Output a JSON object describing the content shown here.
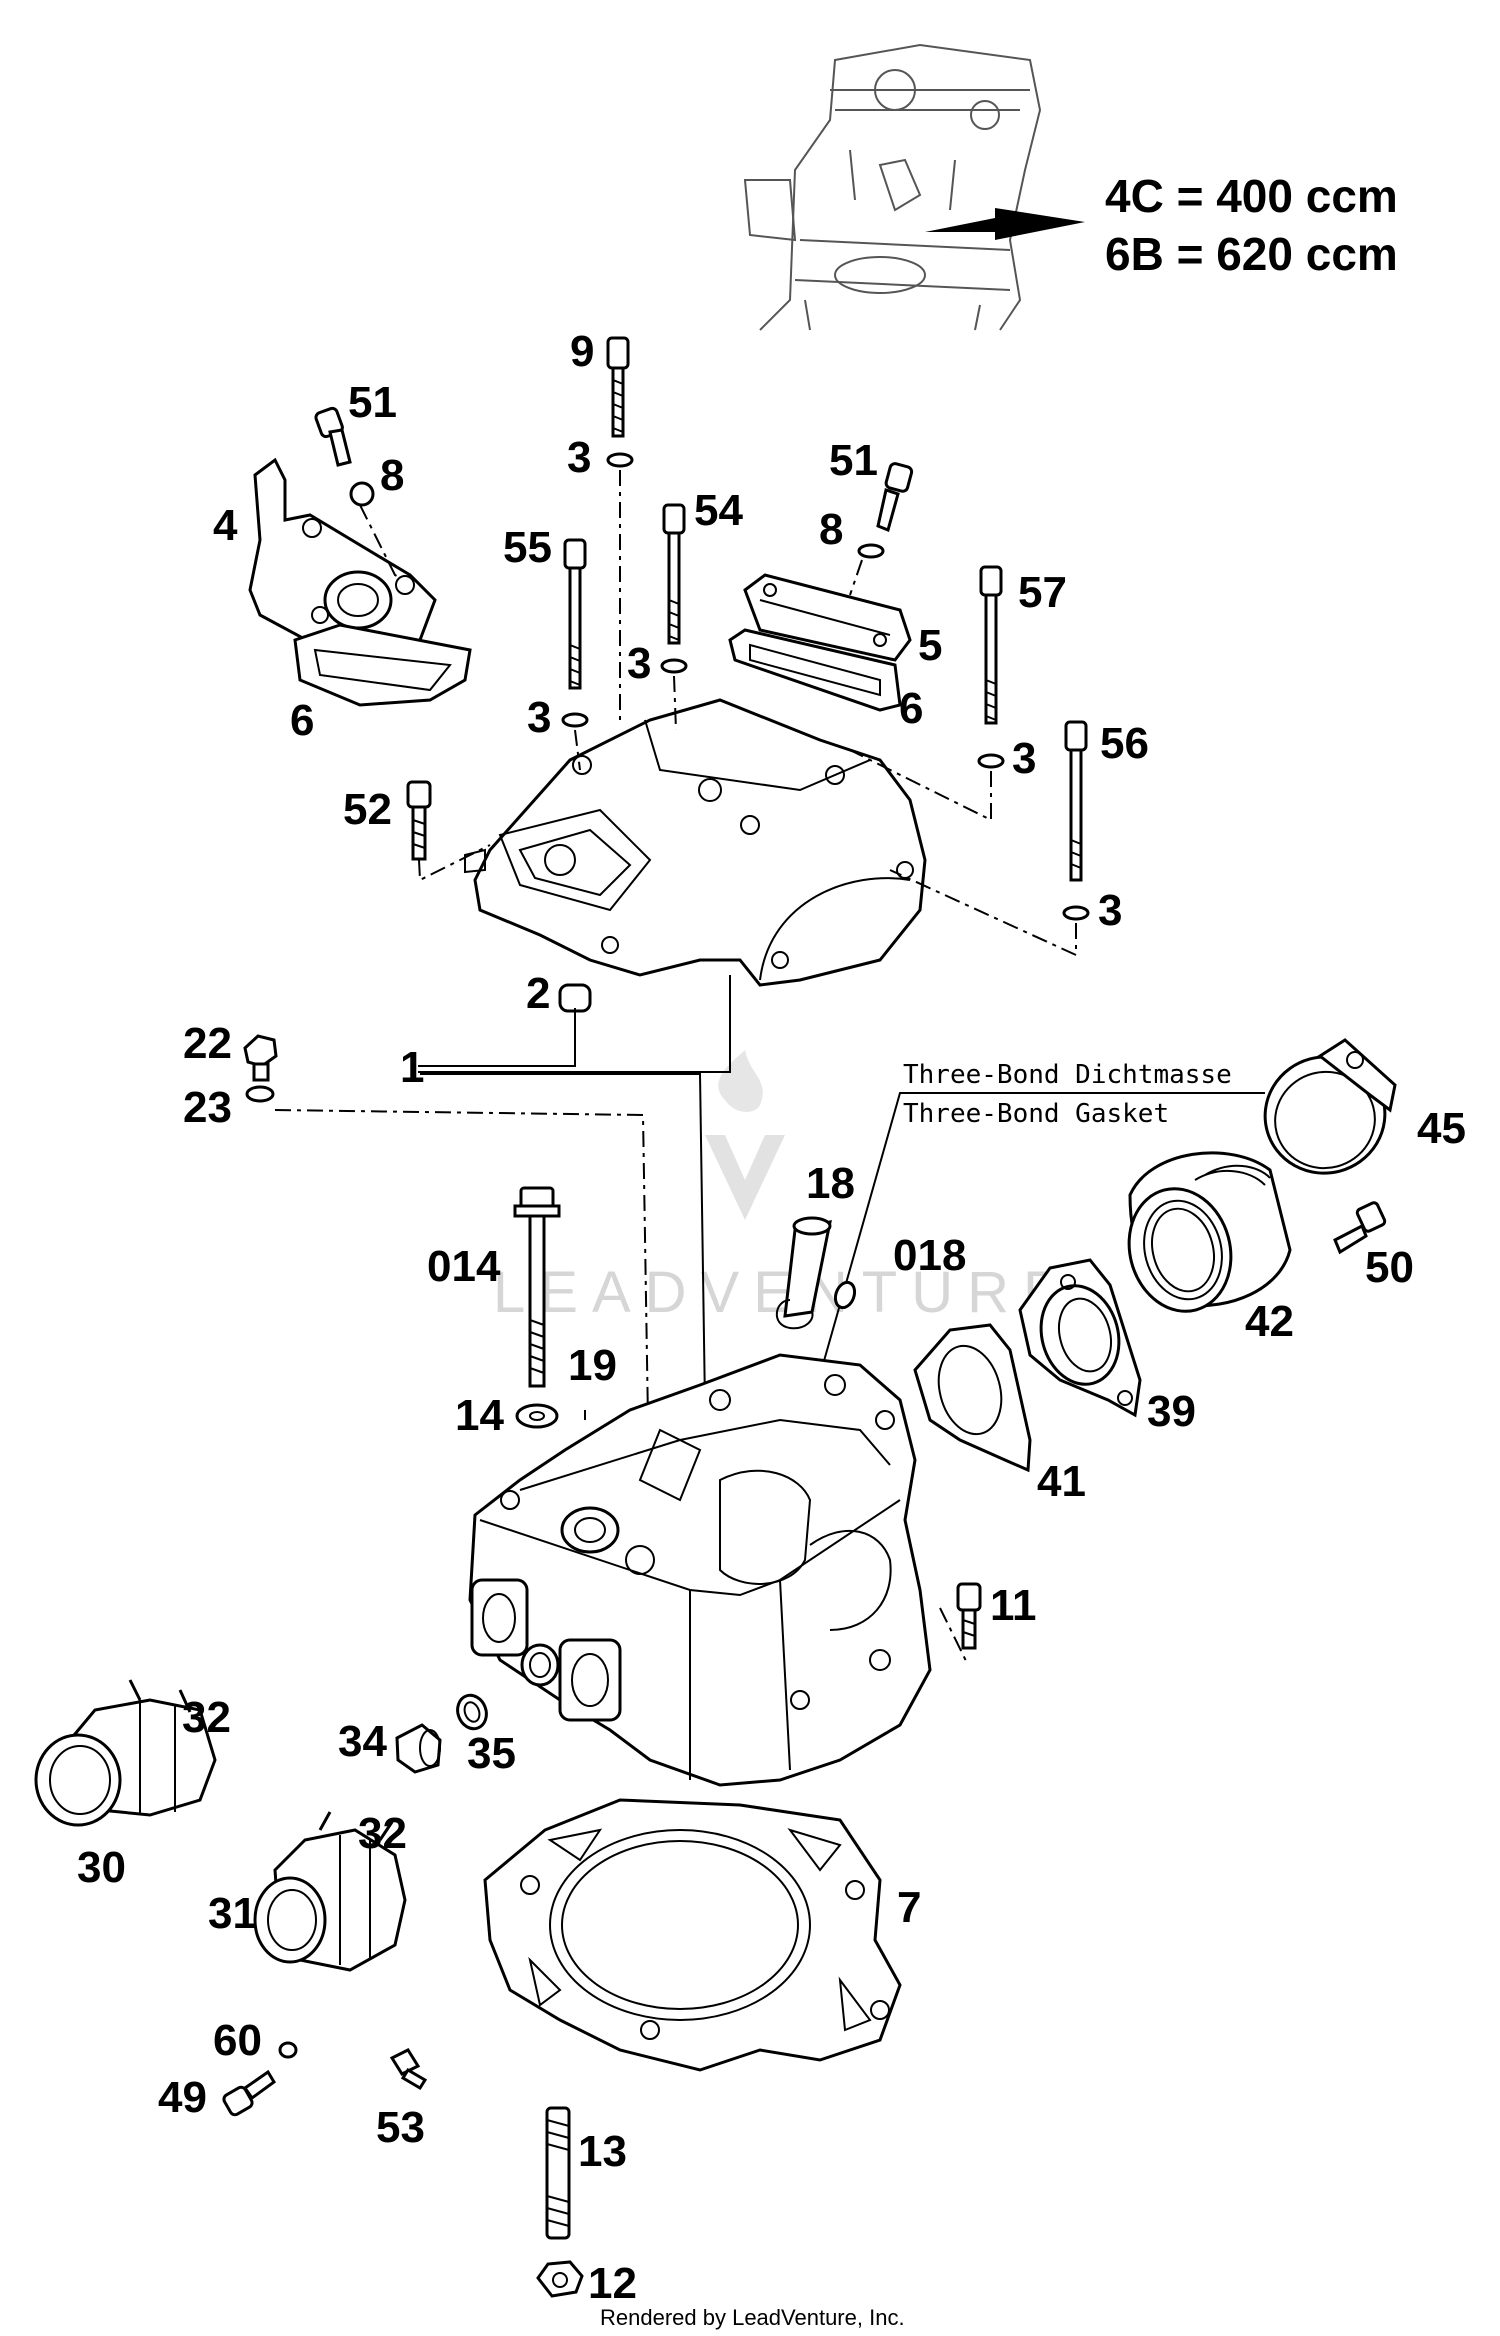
{
  "specs": {
    "line1": "4C = 400 ccm",
    "line2": "6B = 620 ccm"
  },
  "note": {
    "line1": "Three-Bond Dichtmasse",
    "line2": "Three-Bond Gasket"
  },
  "watermark": "LEADVENTURE",
  "footer": "Rendered by LeadVenture, Inc.",
  "labels": {
    "l1": "1",
    "l2": "2",
    "l3a": "3",
    "l3b": "3",
    "l3c": "3",
    "l3d": "3",
    "l3e": "3",
    "l4": "4",
    "l5": "5",
    "l6a": "6",
    "l6b": "6",
    "l7": "7",
    "l8a": "8",
    "l8b": "8",
    "l9": "9",
    "l11": "11",
    "l12": "12",
    "l13": "13",
    "l014": "014",
    "l14": "14",
    "l018": "018",
    "l18": "18",
    "l19": "19",
    "l22": "22",
    "l23": "23",
    "l30": "30",
    "l31": "31",
    "l32a": "32",
    "l32b": "32",
    "l34": "34",
    "l35": "35",
    "l39": "39",
    "l41": "41",
    "l42": "42",
    "l45": "45",
    "l49": "49",
    "l50": "50",
    "l51a": "51",
    "l51b": "51",
    "l52": "52",
    "l53": "53",
    "l54": "54",
    "l55": "55",
    "l56": "56",
    "l57": "57",
    "l60": "60"
  }
}
